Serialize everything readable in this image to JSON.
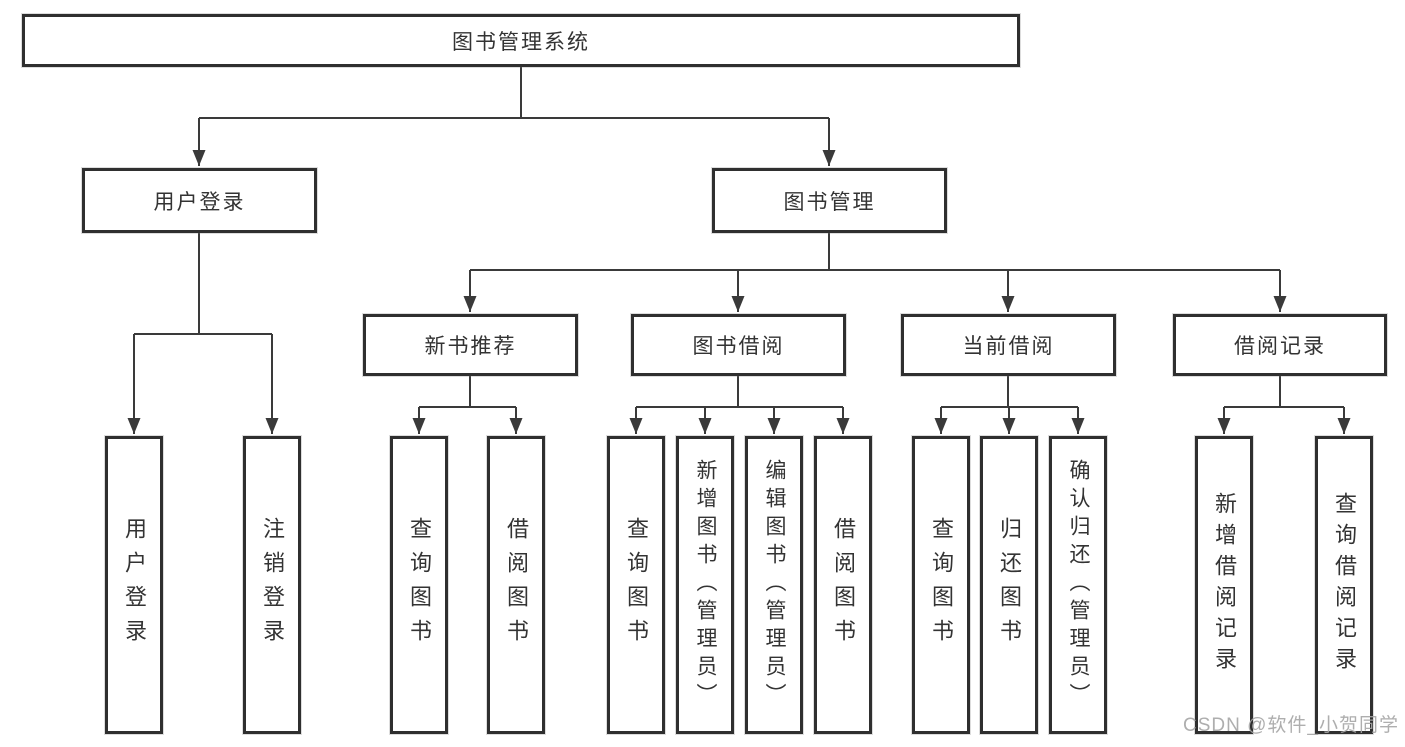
{
  "diagram": {
    "title": "图书管理系统"
  },
  "nodes": {
    "root": {
      "label": "图书管理系统"
    },
    "user_login": {
      "label": "用户登录"
    },
    "book_mgmt": {
      "label": "图书管理"
    },
    "new_books": {
      "label": "新书推荐"
    },
    "book_borrow": {
      "label": "图书借阅"
    },
    "current_borrow": {
      "label": "当前借阅"
    },
    "borrow_records": {
      "label": "借阅记录"
    },
    "leaf_user_login": {
      "label": "用户登录"
    },
    "leaf_logout": {
      "label": "注销登录"
    },
    "leaf_nb_query": {
      "label": "查询图书"
    },
    "leaf_nb_borrow": {
      "label": "借阅图书"
    },
    "leaf_bb_query": {
      "label": "查询图书"
    },
    "leaf_bb_add": {
      "label": "新增图书（管理员）"
    },
    "leaf_bb_edit": {
      "label": "编辑图书（管理员）"
    },
    "leaf_bb_borrow": {
      "label": "借阅图书"
    },
    "leaf_cb_query": {
      "label": "查询图书"
    },
    "leaf_cb_return": {
      "label": "归还图书"
    },
    "leaf_cb_confirm": {
      "label": "确认归还（管理员）"
    },
    "leaf_br_add": {
      "label": "新增借阅记录"
    },
    "leaf_br_query": {
      "label": "查询借阅记录"
    }
  },
  "hierarchy": {
    "图书管理系统": [
      "用户登录",
      "图书管理"
    ],
    "用户登录": [
      "用户登录",
      "注销登录"
    ],
    "图书管理": [
      "新书推荐",
      "图书借阅",
      "当前借阅",
      "借阅记录"
    ],
    "新书推荐": [
      "查询图书",
      "借阅图书"
    ],
    "图书借阅": [
      "查询图书",
      "新增图书（管理员）",
      "编辑图书（管理员）",
      "借阅图书"
    ],
    "当前借阅": [
      "查询图书",
      "归还图书",
      "确认归还（管理员）"
    ],
    "借阅记录": [
      "新增借阅记录",
      "查询借阅记录"
    ]
  },
  "watermark": {
    "text": "CSDN @软件_小贺同学",
    "color": "#a5a5a5"
  },
  "colors": {
    "background": "#ffffff",
    "box_border": "#2f2f2f",
    "line": "#3a3a3a",
    "text": "#333333"
  }
}
